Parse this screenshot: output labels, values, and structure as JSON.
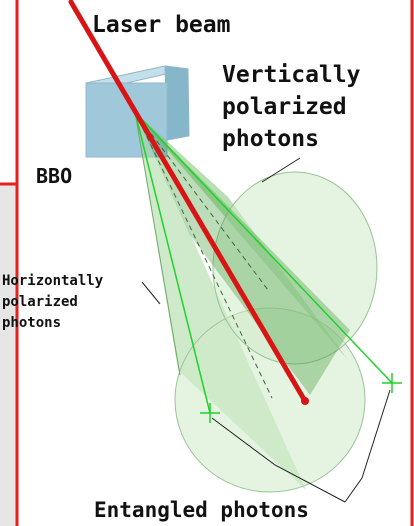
{
  "labels": {
    "laser_beam": "Laser beam",
    "vertical_line1": "Vertically",
    "vertical_line2": "polarized",
    "vertical_line3": "photons",
    "bbo": "BBO",
    "horizontal_line1": "Horizontally",
    "horizontal_line2": "polarized",
    "horizontal_line3": "photons",
    "entangled": "Entangled photons"
  },
  "colors": {
    "frame_red": "#e8201c",
    "laser_red": "#d91414",
    "crystal_blue": "#9fc9da",
    "cone_green": "#a7d8a0",
    "marker_green": "#1fd22a",
    "panel_grey": "#e6e6e6"
  }
}
